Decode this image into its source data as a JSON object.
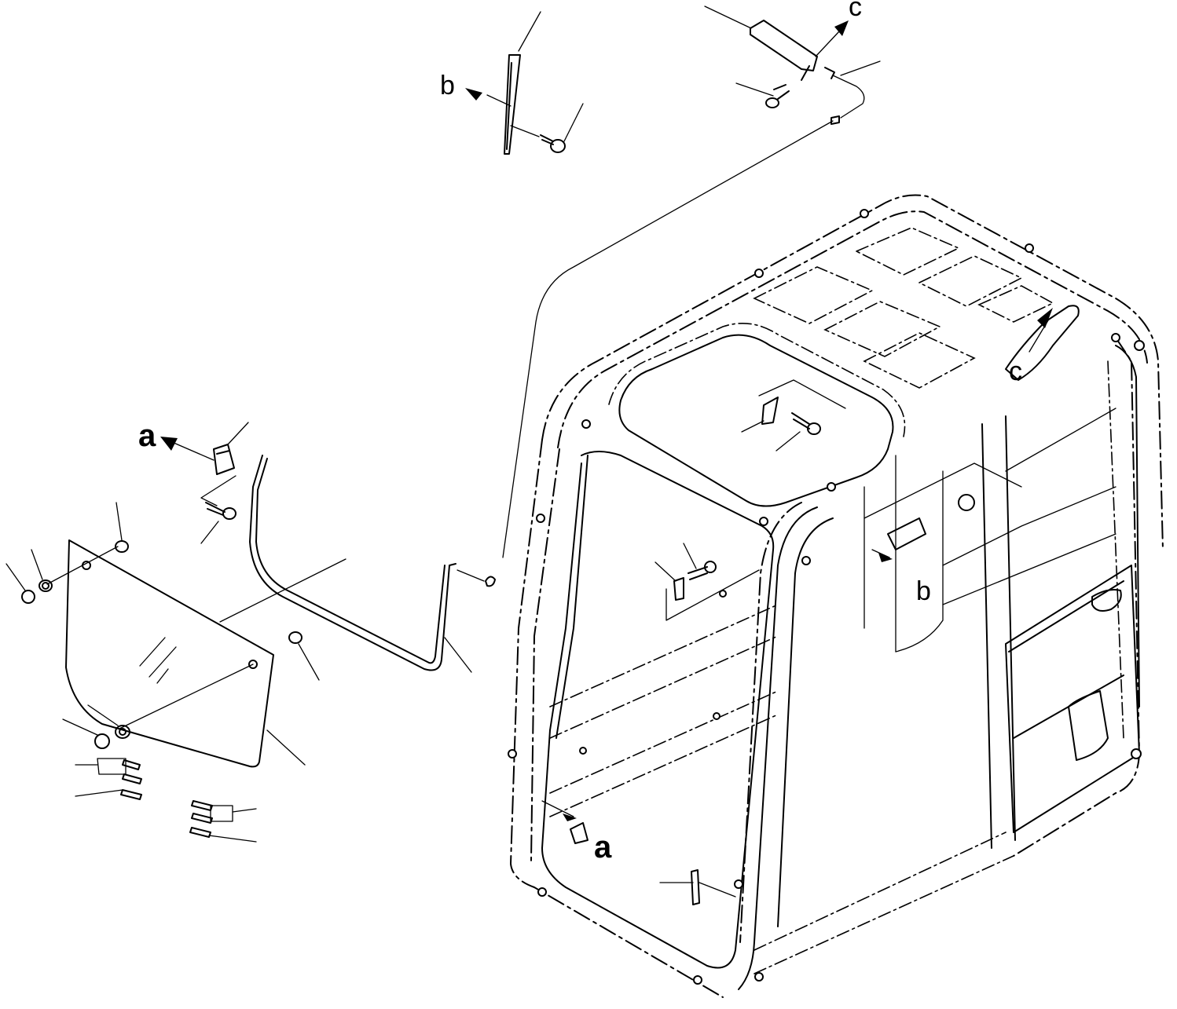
{
  "diagram": {
    "labels": {
      "a_left": "a",
      "a_bottom": "a",
      "b_top": "b",
      "b_right": "b",
      "c_top": "c",
      "c_right": "c"
    },
    "colors": {
      "line": "#000000",
      "background": "#ffffff"
    }
  }
}
